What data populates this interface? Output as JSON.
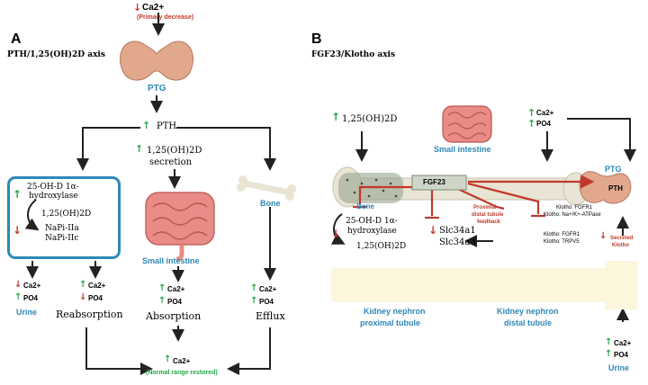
{
  "panel_a": {
    "letter": "A",
    "title": "PTH/1,25(OH)2D axis",
    "top_ca": "Ca2+",
    "top_note": "(Primary decrease)",
    "ptg": "PTG",
    "pth": "PTH",
    "vitd_line1": "1,25(OH)2D",
    "vitd_line2": "secretion",
    "box_line1": "25-OH-D 1α-",
    "box_line2": "hydroxylase",
    "box_line3": "1,25(OH)2D",
    "box_line4": "NaPi-IIa",
    "box_line5": "NaPi-IIc",
    "small_intestine": "Small intestine",
    "bone": "Bone",
    "urine_ca": "Ca2+",
    "urine_po": "PO4",
    "urine": "Urine",
    "reab_ca": "Ca2+",
    "reab_po": "PO4",
    "reabsorption": "Reabsorption",
    "abs_ca": "Ca2+",
    "abs_po": "PO4",
    "absorption": "Absorption",
    "eff_ca": "Ca2+",
    "eff_po": "PO4",
    "efflux": "Efflux",
    "bottom_ca": "Ca2+",
    "bottom_note": "(Normal range restored)"
  },
  "panel_b": {
    "letter": "B",
    "title": "FGF23/Klotho axis",
    "vitd": "1,25(OH)2D",
    "small_intestine": "Small intestine",
    "ca": "Ca2+",
    "po": "PO4",
    "ptg": "PTG",
    "pth": "PTH",
    "fgf23": "FGF23",
    "bone": "Bone",
    "hydroxylase_line1": "25-OH-D 1α-",
    "hydroxylase_line2": "hydroxylase",
    "hydroxylase_line3": "1,25(OH)2D",
    "slc1": "Slc34a1",
    "slc2": "Slc34a3",
    "feedback_line1": "Proximal -",
    "feedback_line2": "distal tubule",
    "feedback_line3": "feedback",
    "klotho_ptg_line1": "Klotho: FGFR1",
    "klotho_ptg_line2": "Klotho: Na+/K+-ATPase",
    "klotho_dt_line1": "Klotho: FGFR1",
    "klotho_dt_line2": "Klotho: TRPV5",
    "secreted_line1": "Secreted",
    "secreted_line2": "Klotho",
    "proximal_line1": "Kidney nephron",
    "proximal_line2": "proximal tubule",
    "distal_line1": "Kidney nephron",
    "distal_line2": "distal tubule",
    "urine_ca": "Ca2+",
    "urine_po": "PO4",
    "urine": "Urine"
  },
  "arrows": {
    "up": "↑",
    "down": "↓"
  },
  "colors": {
    "accent_blue": "#2e88b8",
    "red": "#c0392b",
    "green": "#27a64a",
    "kidney_band": "#fbf6dc",
    "intestine": "#e98b86",
    "thyroid": "#e2a88c",
    "bone": "#e9e4d4"
  }
}
